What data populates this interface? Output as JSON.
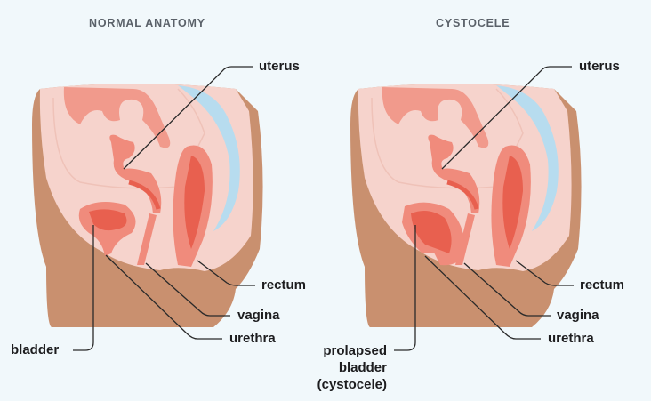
{
  "panels": [
    {
      "title": "NORMAL ANATOMY",
      "labels": {
        "uterus": "uterus",
        "rectum": "rectum",
        "vagina": "vagina",
        "urethra": "urethra",
        "bladder": "bladder"
      }
    },
    {
      "title": "CYSTOCELE",
      "labels": {
        "uterus": "uterus",
        "rectum": "rectum",
        "vagina": "vagina",
        "urethra": "urethra",
        "bladder_lines": [
          "prolapsed",
          "bladder",
          "(cystocele)"
        ]
      }
    }
  ],
  "colors": {
    "background": "#f1f8fb",
    "skin": "#c9906f",
    "tissue": "#f6d3cc",
    "organ": "#f08b7c",
    "organ_dark": "#e8604f",
    "spine": "#b7dcef"
  }
}
